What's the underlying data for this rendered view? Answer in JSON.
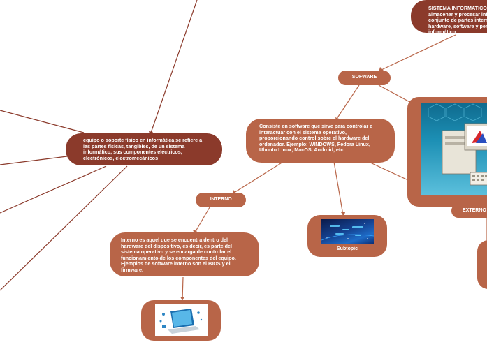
{
  "nodes": {
    "sistema": "SISTEMA INFORMATICO: permite almacenar y procesar información; es el conjunto de partes interrelacionadas: hardware, software y personal informático",
    "hardware": "equipo o soporte físico en informática se refiere a las partes físicas, tangibles, de un sistema informático, sus componentes eléctricos, electrónicos, electromecánicos",
    "sofware": "SOFWARE",
    "software_def": "Consiste en software que sirve para controlar e interactuar con el sistema operativo, proporcionando control sobre el hardware del ordenador. Ejemplo: WINDOWS, Fedora Linux, Ubuntu Linux, MacOS, Android, etc",
    "interno": "INTERNO",
    "interno_def": " Interno es aquel que se encuentra dentro del hardware del dispositivo, es decir, es parte del sistema operativo y se encarga de controlar el funcionamiento de los componentes del equipo. Ejemplos de software interno son el BIOS y el firmware.",
    "subtopic": "Subtopic",
    "externo": "EXTERNO"
  },
  "icons": {
    "computer_illustration": "computer-illustration-icon",
    "data_network_image": "data-network-image-icon",
    "laptop_image": "laptop-image-icon"
  },
  "colors": {
    "dark_node": "#8b3a2b",
    "medium_node": "#b86548",
    "connector": "#b86548",
    "dark_connector": "#8b3a2b"
  }
}
